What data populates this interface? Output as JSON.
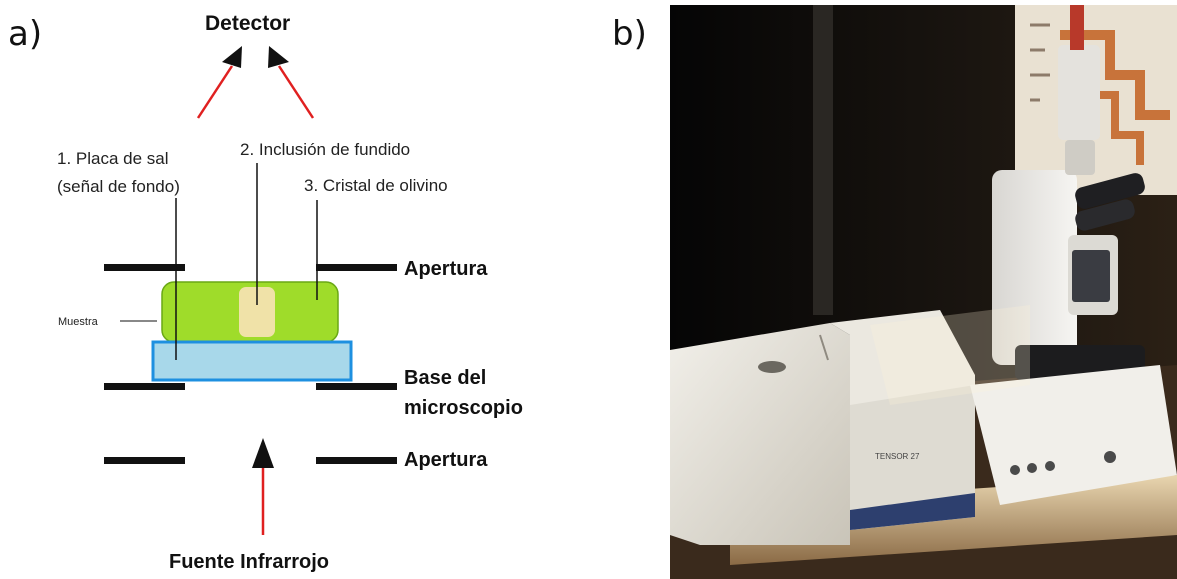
{
  "panels": {
    "a_label": "a)",
    "b_label": "b)"
  },
  "diagram": {
    "detector": "Detector",
    "label_salt_1": "1. Placa de sal",
    "label_salt_2": "(señal  de fondo)",
    "label_inclusion": "2. Inclusión de fundido",
    "label_crystal": "3. Cristal de olivino",
    "aperture_top": "Apertura",
    "sample": "Muestra",
    "base_1": "Base del",
    "base_2": "microscopio",
    "aperture_bottom": "Apertura",
    "source": "Fuente Infrarrojo"
  },
  "photo": {
    "instrument_label": "TENSOR 27"
  },
  "colors": {
    "ray": "#e02020",
    "crystal": "#9fdc2a",
    "inclusion": "#f0e2a8",
    "salt_plate_fill": "#a8d8ea",
    "salt_plate_border": "#1e90e0"
  }
}
